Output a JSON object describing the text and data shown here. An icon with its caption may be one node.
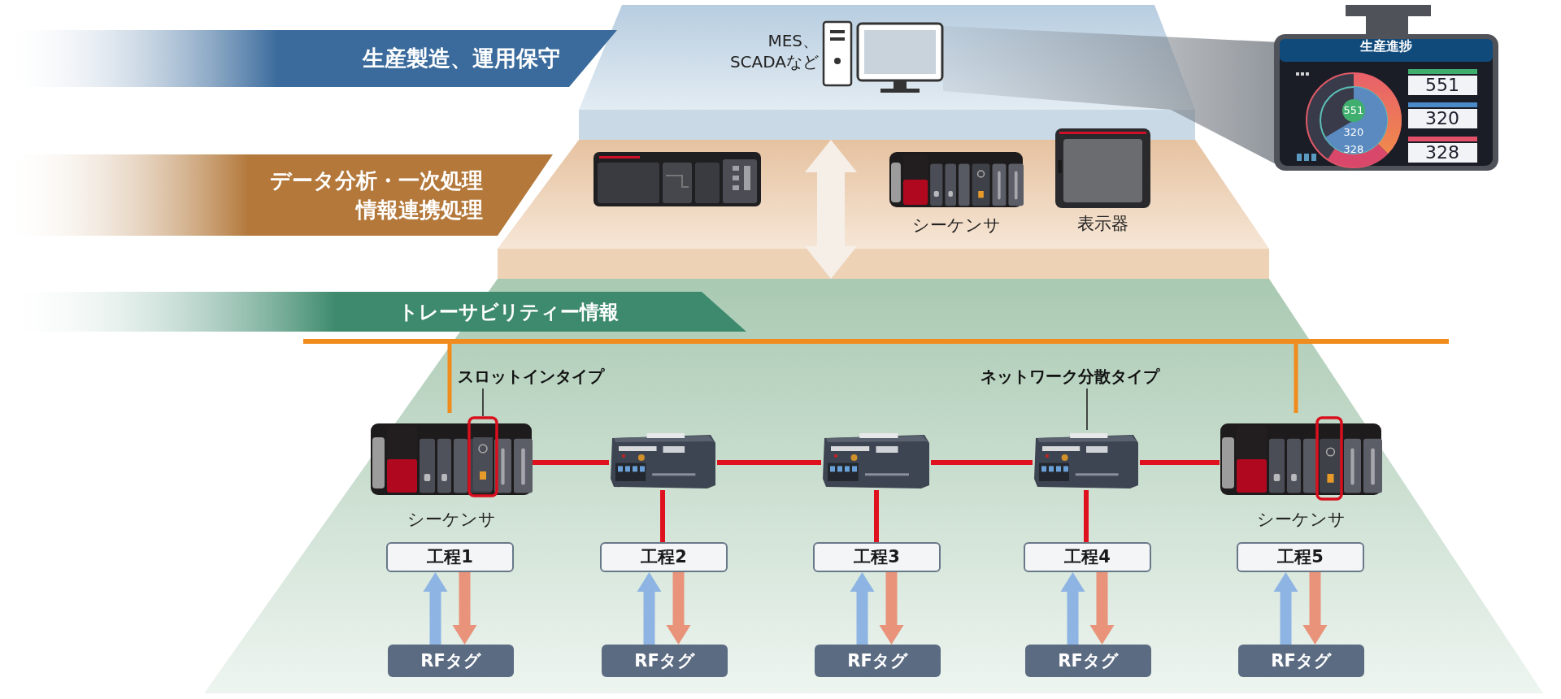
{
  "diagram": {
    "nodes": [
      {
        "text": [
          "生産製造、運用保守"
        ]
      },
      {
        "text": [],
        "shape": "band"
      },
      {
        "text": [
          "MES、SCADAなど"
        ],
        "in": 1
      },
      {
        "text": [
          "生産進捗"
        ]
      },
      {
        "text": [
          "データ分析・一次処理情報連携処理"
        ]
      },
      {
        "text": [],
        "shape": "band"
      },
      {
        "text": [],
        "shape": "picture",
        "in": 5
      },
      {
        "text": [
          "シーケンサ"
        ],
        "in": 5
      },
      {
        "text": [
          "表示器"
        ],
        "in": 5
      },
      {
        "text": [
          "トレーサビリティー情報"
        ]
      },
      {
        "text": [],
        "shape": "band"
      },
      {
        "text": [],
        "shape": "bar",
        "in": 10
      },
      {
        "text": [
          "スロットインタイプ"
        ],
        "in": 10
      },
      {
        "text": [
          "シーケンサ"
        ],
        "in": 10
      },
      {
        "text": [],
        "shape": "picture",
        "in": 13
      },
      {
        "text": [],
        "shape": "picture",
        "in": 10
      },
      {
        "text": [],
        "shape": "picture",
        "in": 10
      },
      {
        "text": [
          "ネットワーク分散タイプ"
        ],
        "in": 10
      },
      {
        "text": [],
        "shape": "picture",
        "in": 10
      },
      {
        "text": [
          "シーケンサ"
        ],
        "in": 10
      },
      {
        "text": [
          "工程1"
        ],
        "in": 10
      },
      {
        "text": [
          "工程2"
        ],
        "in": 10
      },
      {
        "text": [
          "工程3"
        ],
        "in": 10
      },
      {
        "text": [
          "工程4"
        ],
        "in": 10
      },
      {
        "text": [
          "工程5"
        ],
        "in": 10
      },
      {
        "text": [
          "RFタグ"
        ],
        "in": 10
      },
      {
        "text": [
          "RFタグ"
        ],
        "in": 10
      },
      {
        "text": [
          "RFタグ"
        ],
        "in": 10
      },
      {
        "text": [
          "RFタグ"
        ],
        "in": 10
      },
      {
        "text": [
          "RFタグ"
        ],
        "in": 10
      }
    ],
    "edges": [
      {
        "from": 1,
        "to": 10,
        "arrow": "both",
        "style": "thick",
        "color": "#f5efe8"
      },
      {
        "from": 11,
        "to": 13,
        "arrow": "none",
        "color": "#f08c1e"
      },
      {
        "from": 11,
        "to": 19,
        "arrow": "none",
        "color": "#f08c1e"
      },
      {
        "from": 13,
        "to": 15,
        "arrow": "none"
      },
      {
        "from": 15,
        "to": 16,
        "arrow": "none"
      },
      {
        "from": 16,
        "to": 18,
        "arrow": "none"
      },
      {
        "from": 18,
        "to": 19,
        "arrow": "none"
      },
      {
        "from": 15,
        "to": 21,
        "arrow": "none"
      },
      {
        "from": 16,
        "to": 22,
        "arrow": "none"
      },
      {
        "from": 18,
        "to": 23,
        "arrow": "none"
      },
      {
        "from": 12,
        "to": 14,
        "arrow": "none",
        "color": "#222222"
      },
      {
        "from": 17,
        "to": 18,
        "arrow": "none",
        "color": "#222222"
      },
      {
        "from": 25,
        "to": 20,
        "arrow": "to",
        "style": "thick",
        "color": "#8db4e2"
      },
      {
        "from": 20,
        "to": 25,
        "arrow": "to",
        "style": "thick",
        "color": "#e8937a"
      },
      {
        "from": 26,
        "to": 21,
        "arrow": "to",
        "style": "thick",
        "color": "#8db4e2"
      },
      {
        "from": 21,
        "to": 26,
        "arrow": "to",
        "style": "thick",
        "color": "#e8937a"
      },
      {
        "from": 27,
        "to": 22,
        "arrow": "to",
        "style": "thick",
        "color": "#8db4e2"
      },
      {
        "from": 22,
        "to": 27,
        "arrow": "to",
        "style": "thick",
        "color": "#e8937a"
      },
      {
        "from": 28,
        "to": 23,
        "arrow": "to",
        "style": "thick",
        "color": "#8db4e2"
      },
      {
        "from": 23,
        "to": 28,
        "arrow": "to",
        "style": "thick",
        "color": "#e8937a"
      },
      {
        "from": 29,
        "to": 24,
        "arrow": "to",
        "style": "thick",
        "color": "#8db4e2"
      },
      {
        "from": 24,
        "to": 29,
        "arrow": "to",
        "style": "thick",
        "color": "#e8937a"
      }
    ],
    "labels": [
      "551",
      "320",
      "328",
      "551",
      "320",
      "328"
    ]
  }
}
